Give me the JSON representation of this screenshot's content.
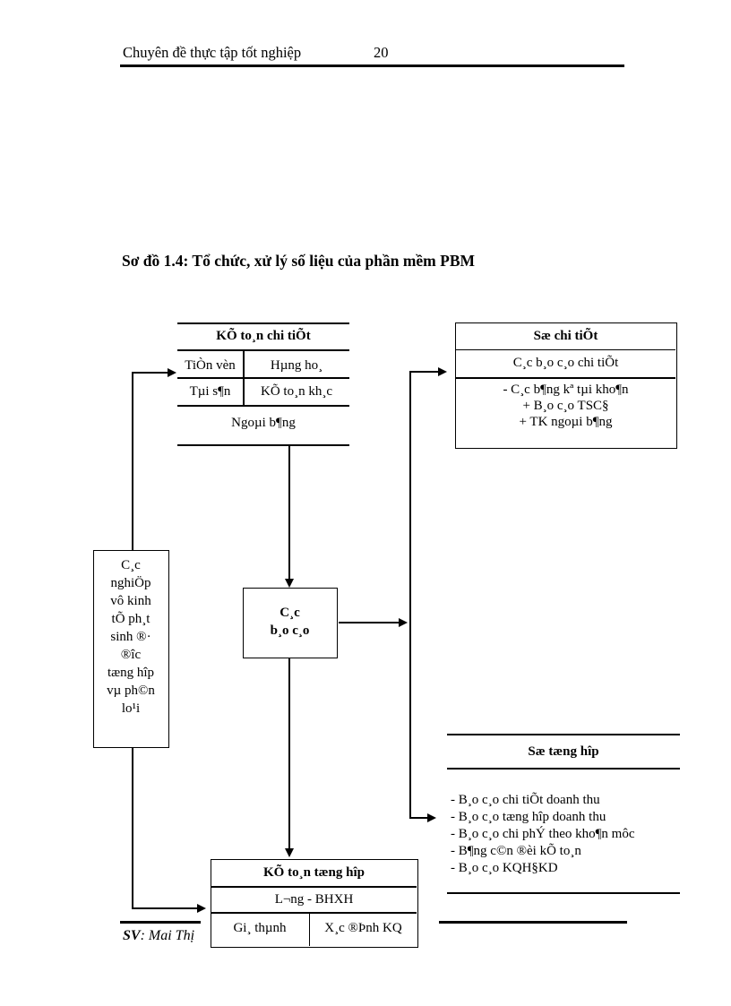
{
  "colors": {
    "ink": "#000000",
    "paper": "#ffffff"
  },
  "header": {
    "title": "Chuyên đề thực tập tốt nghiệp",
    "page_number": "20"
  },
  "section_title": "Sơ đồ 1.4: Tổ chức, xử lý số liệu của phần mềm PBM",
  "footer": {
    "label": "SV",
    "name": ": Mai Thị"
  },
  "diagram": {
    "detail_accounting_table": {
      "title": "KÕ to¸n chi tiÕt",
      "cells": [
        "TiÒn vèn",
        "Hµng ho¸",
        "Tµi s¶n",
        "KÕ to¸n kh¸c"
      ],
      "bottom_row": "Ngoµi b¶ng"
    },
    "detail_book_table": {
      "title": "Sæ chi tiÕt",
      "subtitle": "C¸c b¸o c¸o chi tiÕt",
      "lines": [
        "- C¸c b¶ng kª tµi kho¶n",
        "+ B¸o c¸o TSC§",
        "+ TK ngoµi b¶ng"
      ]
    },
    "source_box": {
      "lines": [
        "C¸c",
        "nghiÖp",
        "vô kinh",
        "tÕ ph¸t",
        "sinh ®·",
        "®îc",
        "tæng hîp",
        "vµ ph©n",
        "lo¹i"
      ]
    },
    "reports_box": {
      "lines": [
        "C¸c",
        "b¸o c¸o"
      ]
    },
    "summary_book": {
      "title": "Sæ tæng hîp",
      "items": [
        "- B¸o c¸o chi tiÕt doanh thu",
        "- B¸o c¸o tæng hîp doanh thu",
        "- B¸o c¸o chi phÝ theo kho¶n môc",
        "- B¶ng c©n ®èi kÕ to¸n",
        "- B¸o c¸o KQH§KD"
      ]
    },
    "summary_accounting_table": {
      "title": "KÕ to¸n tæng hîp",
      "row2": "L¬ng - BHXH",
      "cells": [
        "Gi¸ thµnh",
        "X¸c ®Þnh KQ"
      ]
    }
  }
}
